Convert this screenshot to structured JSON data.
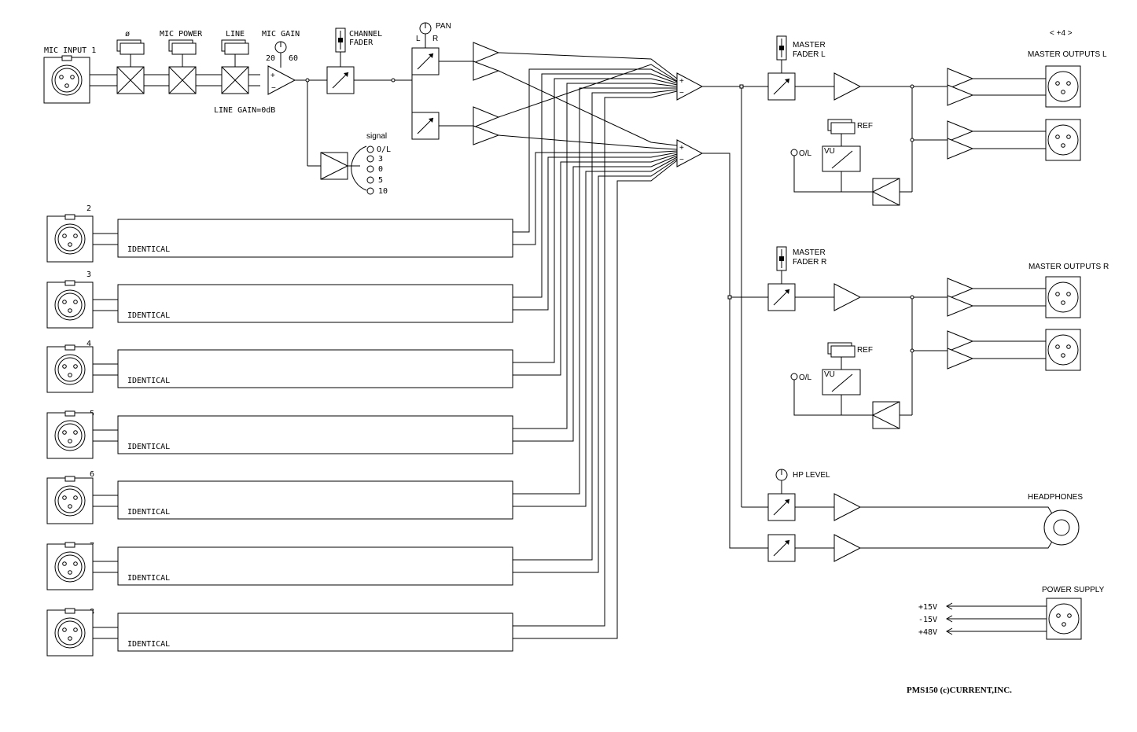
{
  "channel1": {
    "mic_input": "MIC INPUT 1",
    "phase": "ø",
    "mic_power": "MIC POWER",
    "line": "LINE",
    "mic_gain": "MIC GAIN",
    "gain_min": "20",
    "gain_max": "60",
    "line_gain": "LINE GAIN=0dB",
    "channel_fader_1": "CHANNEL",
    "channel_fader_2": "FADER",
    "pan": "PAN",
    "pan_l": "L",
    "pan_r": "R",
    "signal_title": "signal",
    "signal_leds": [
      "O/L",
      "3",
      "0",
      "5",
      "10"
    ]
  },
  "channels": [
    {
      "number": "2",
      "label": "IDENTICAL"
    },
    {
      "number": "3",
      "label": "IDENTICAL"
    },
    {
      "number": "4",
      "label": "IDENTICAL"
    },
    {
      "number": "5",
      "label": "IDENTICAL"
    },
    {
      "number": "6",
      "label": "IDENTICAL"
    },
    {
      "number": "7",
      "label": "IDENTICAL"
    },
    {
      "number": "8",
      "label": "IDENTICAL"
    }
  ],
  "mixbus": {
    "plus": "+",
    "minus": "−"
  },
  "master_l": {
    "fader_1": "MASTER",
    "fader_2": "FADER L",
    "ref": "REF",
    "ol": "O/L",
    "vu": "VU",
    "outputs": "MASTER OUTPUTS L",
    "level": "< +4 >"
  },
  "master_r": {
    "fader_1": "MASTER",
    "fader_2": "FADER R",
    "ref": "REF",
    "ol": "O/L",
    "vu": "VU",
    "outputs": "MASTER OUTPUTS R"
  },
  "headphones": {
    "level": "HP LEVEL",
    "label": "HEADPHONES"
  },
  "power": {
    "label": "POWER SUPPLY",
    "rails": [
      "+15V",
      "-15V",
      "+48V"
    ]
  },
  "footer": "PMS150 (c)CURRENT,INC."
}
